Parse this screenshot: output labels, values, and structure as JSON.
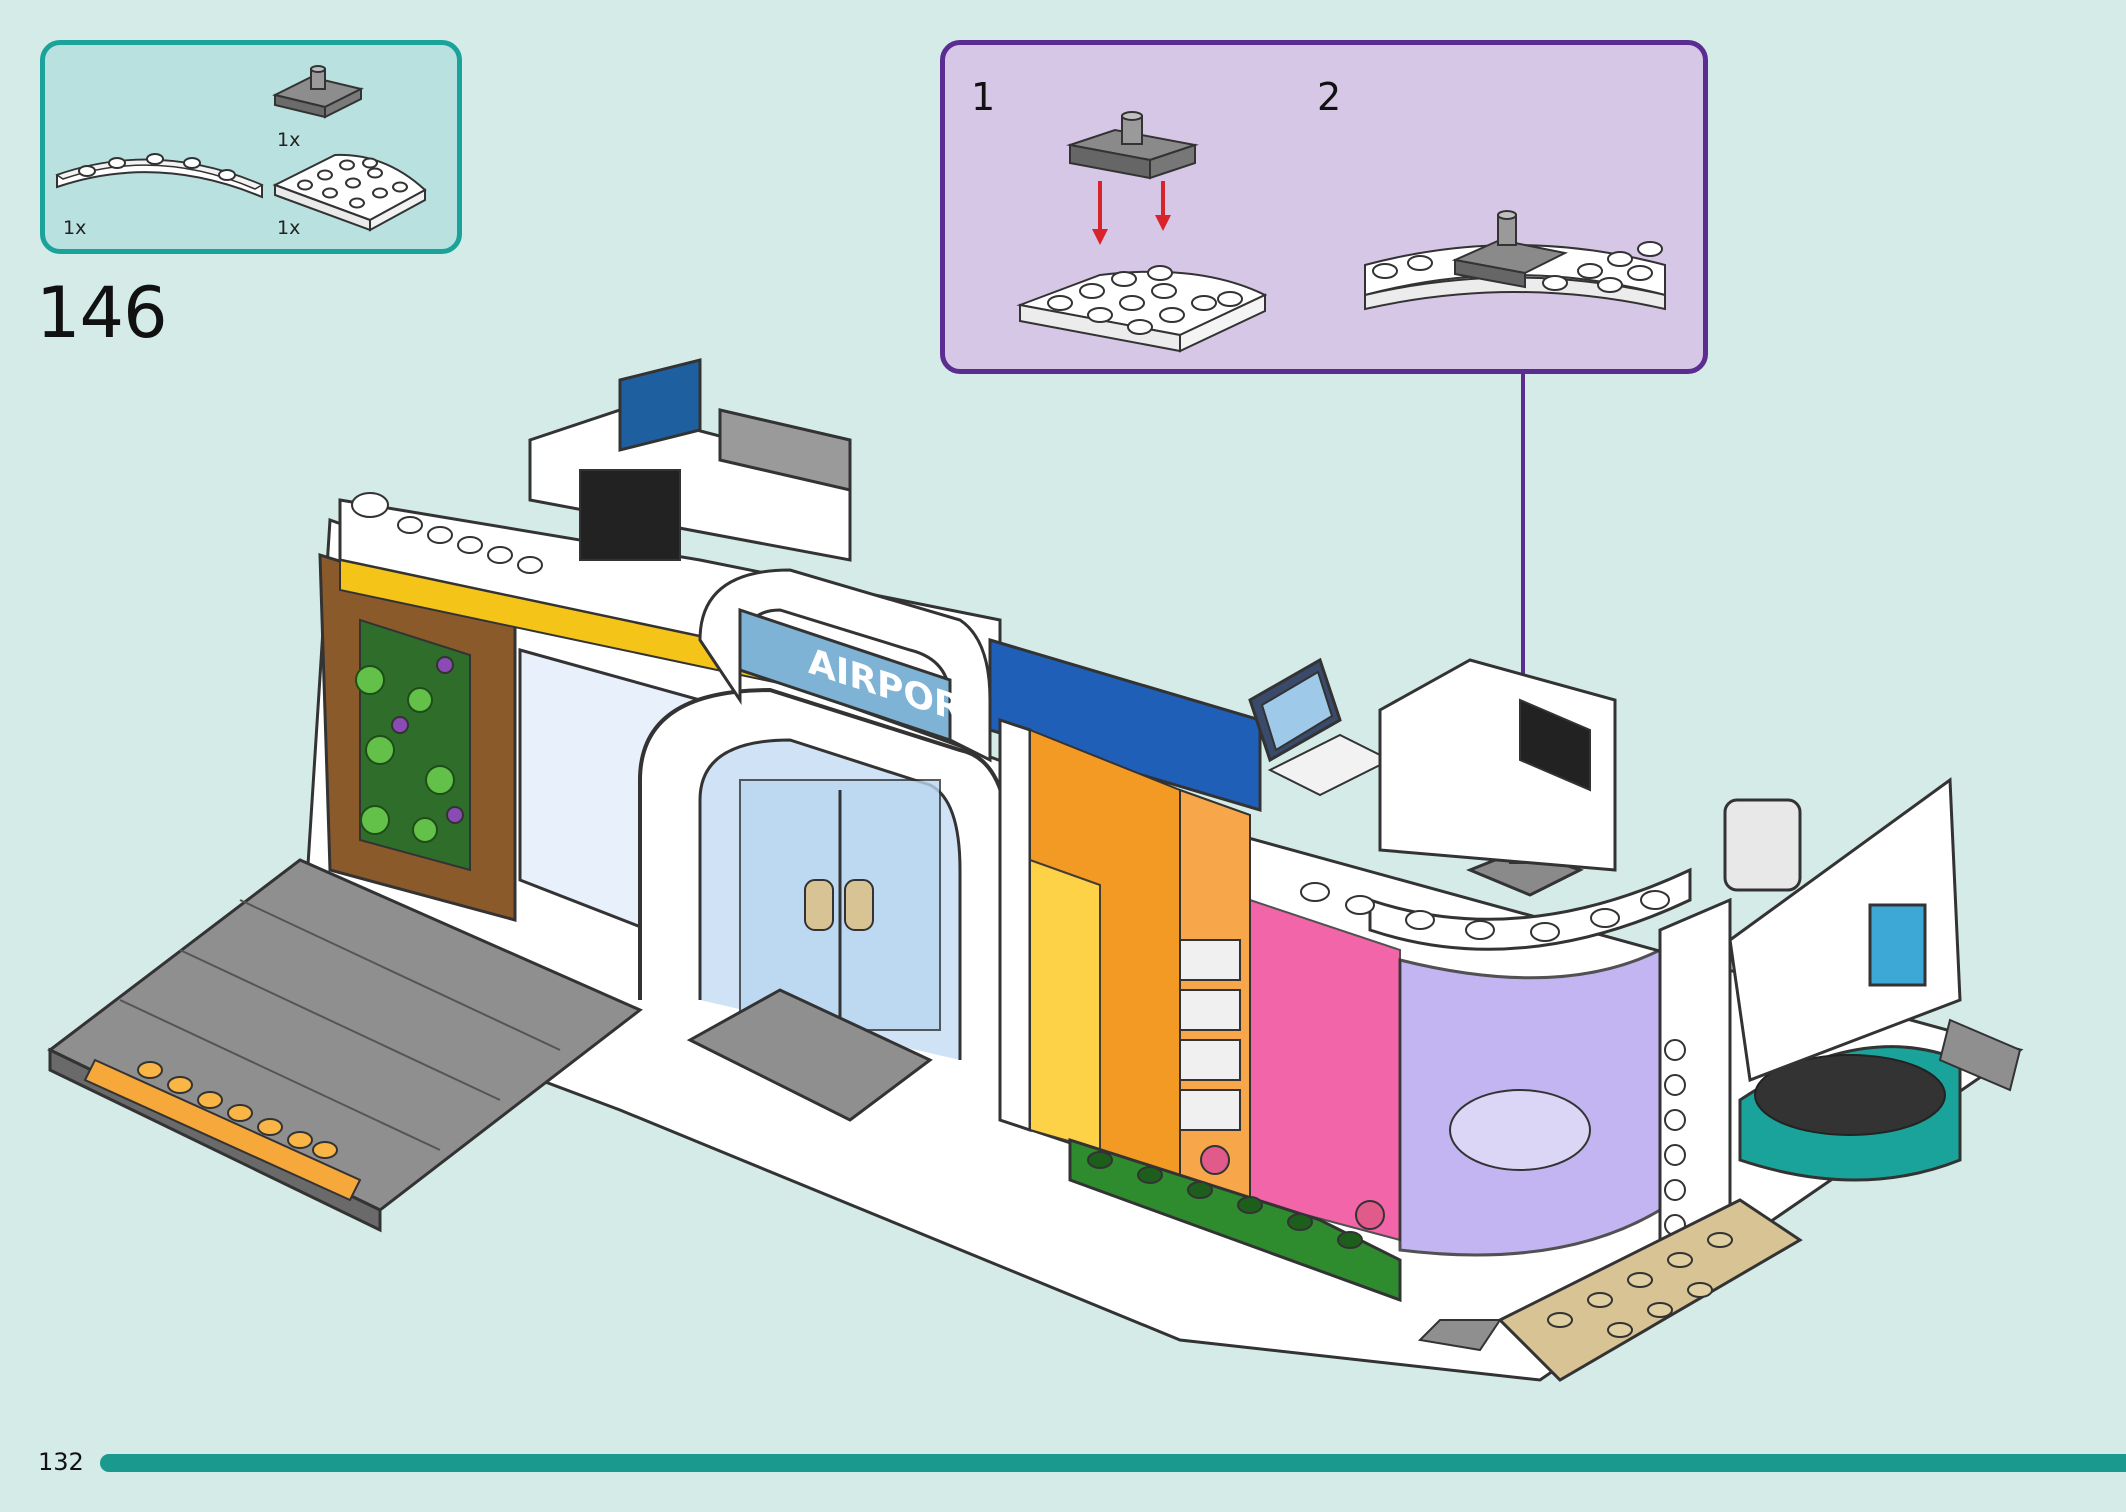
{
  "parts_list": {
    "items": [
      {
        "name": "gray 2x2 plate with bar holder",
        "qty": "1x"
      },
      {
        "name": "white curved plate",
        "qty": "1x"
      },
      {
        "name": "white quarter round plate",
        "qty": "1x"
      }
    ]
  },
  "step": {
    "number": "146"
  },
  "sub_steps": [
    {
      "label": "1"
    },
    {
      "label": "2"
    }
  ],
  "building_sign": {
    "text": "AIRPORT"
  },
  "page": {
    "number": "132",
    "progress": 1.0
  },
  "colors": {
    "background": "#d5ebe8",
    "parts_border": "#1aa39a",
    "sub_box_bg": "#d7c7e6",
    "sub_box_border": "#5c2d91",
    "progress_bar": "#1a9a8f",
    "arrow_red": "#d8232a"
  }
}
